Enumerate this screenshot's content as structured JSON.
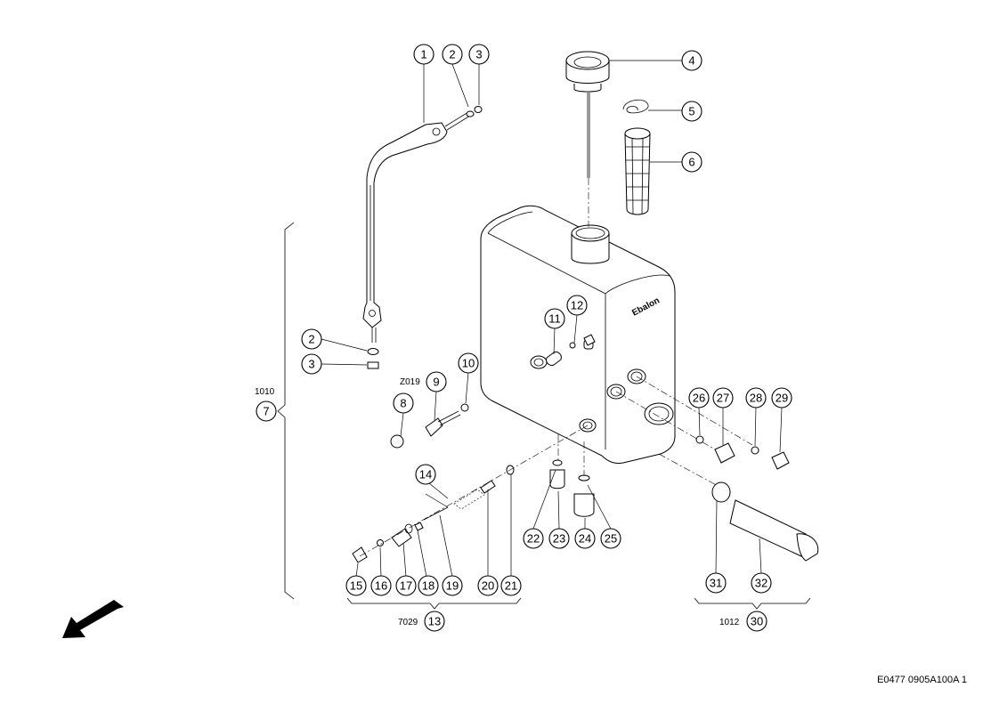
{
  "callouts": [
    "1",
    "2",
    "3",
    "4",
    "5",
    "6",
    "7",
    "8",
    "9",
    "10",
    "11",
    "12",
    "13",
    "14",
    "15",
    "16",
    "17",
    "18",
    "19",
    "20",
    "21",
    "22",
    "23",
    "24",
    "25",
    "26",
    "27",
    "28",
    "29",
    "30",
    "31",
    "32"
  ],
  "callouts_repeat": {
    "c2b": "2",
    "c3b": "3"
  },
  "labels": {
    "z019": "Z019",
    "group7": "1010",
    "group13": "7029",
    "group30": "1012",
    "tank_marking": "Ebalon"
  },
  "footer": {
    "code": "E0477 0905A100A 1"
  },
  "icons": {
    "direction_arrow": "arrow-down-left-icon"
  }
}
